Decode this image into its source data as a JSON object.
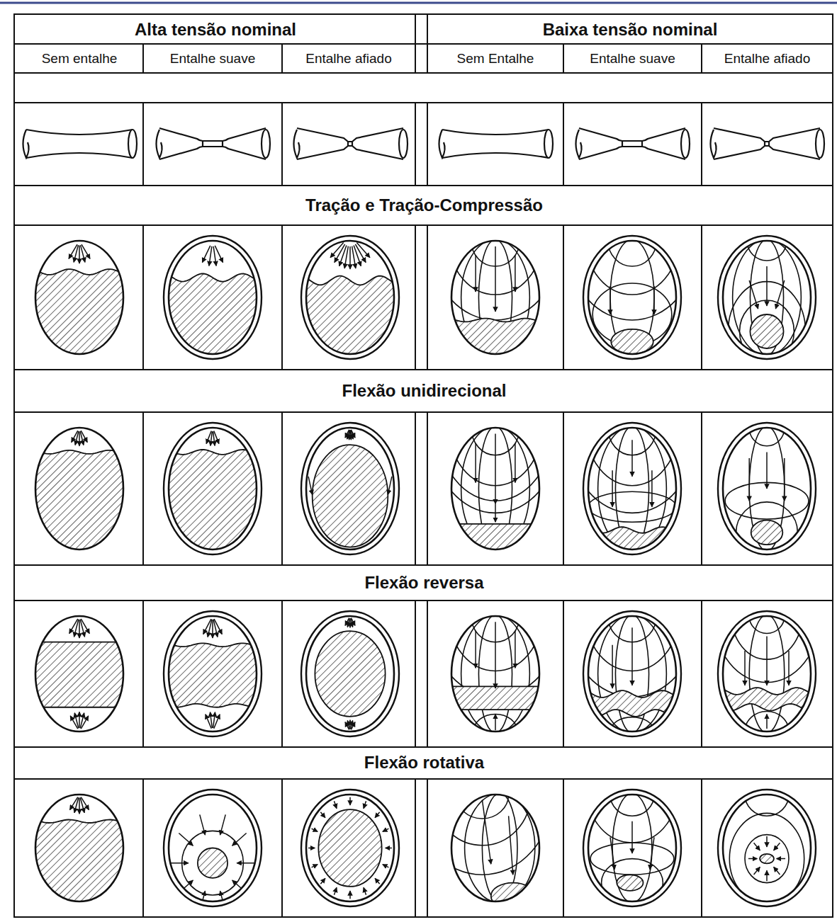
{
  "diagram": {
    "labels": [
      "Alta tensão nominal",
      "Baixa tensão nominal",
      "Sem entalhe",
      "Entalhe suave",
      "Entalhe afiado",
      "Sem Entalhe",
      "Entalhe suave",
      "Entalhe afiado",
      "Tração e Tração-Compressão",
      "Flexão unidirecional",
      "Flexão reversa",
      "Flexão rotativa"
    ]
  }
}
